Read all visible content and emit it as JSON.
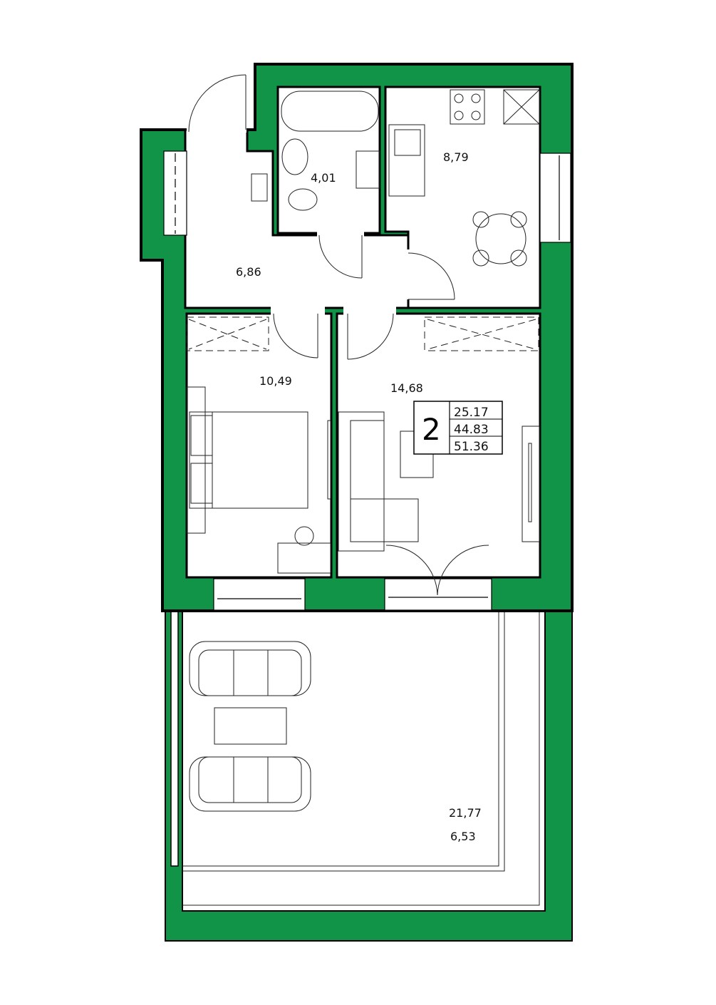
{
  "colors": {
    "wall": "#119447",
    "line": "#000000",
    "background": "#ffffff"
  },
  "rooms": {
    "bathroom": "4,01",
    "kitchen": "8,79",
    "hallway": "6,86",
    "bedroom": "10,49",
    "living_room": "14,68",
    "balcony_total": "21,77",
    "balcony_reduced": "6,53"
  },
  "info_box": {
    "rooms_count": "2",
    "living_area": "25.17",
    "total_area": "44.83",
    "total_with_balcony": "51.36"
  }
}
